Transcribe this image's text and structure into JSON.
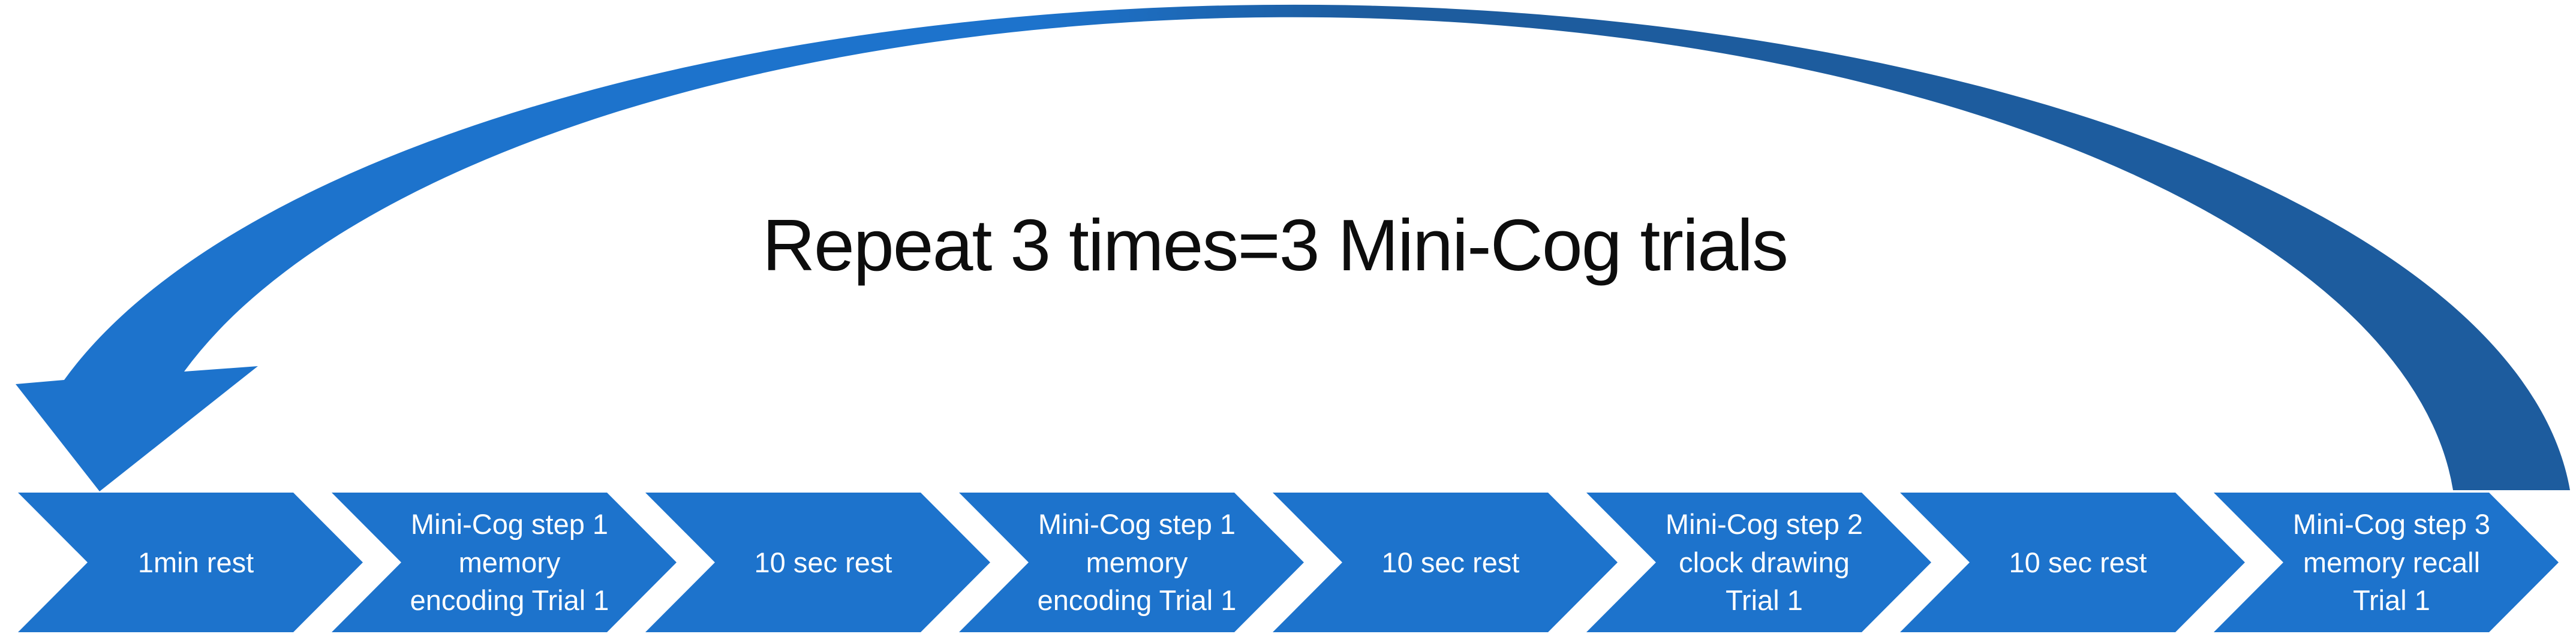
{
  "title": "Repeat 3 times=3 Mini-Cog trials",
  "colors": {
    "chevron_blue": "#1D73CC",
    "arc_gradient_left": "#1D73CC",
    "arc_gradient_right": "#1D5C9E",
    "chevron_text": "#FFFFFF",
    "title_text": "#0D0D0D",
    "background": "#FFFFFF"
  },
  "repeat_arrow": {
    "direction": "right-to-left",
    "style": "elliptical sweep over the step sequence ending in a down-pointing arrowhead at the first step"
  },
  "steps": [
    {
      "id": 1,
      "lines": [
        "1min rest"
      ]
    },
    {
      "id": 2,
      "lines": [
        "Mini-Cog step 1",
        "memory",
        "encoding Trial 1"
      ]
    },
    {
      "id": 3,
      "lines": [
        "10 sec rest"
      ]
    },
    {
      "id": 4,
      "lines": [
        "Mini-Cog step 1",
        "memory",
        "encoding Trial 1"
      ]
    },
    {
      "id": 5,
      "lines": [
        "10 sec rest"
      ]
    },
    {
      "id": 6,
      "lines": [
        "Mini-Cog step 2",
        "clock drawing",
        "Trial 1"
      ]
    },
    {
      "id": 7,
      "lines": [
        "10 sec rest"
      ]
    },
    {
      "id": 8,
      "lines": [
        "Mini-Cog step 3",
        "memory recall",
        "Trial 1"
      ]
    }
  ]
}
